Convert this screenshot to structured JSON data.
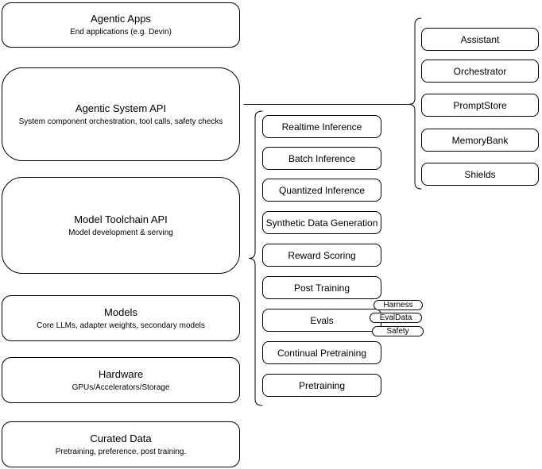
{
  "canvas": {
    "background": "#ffffff",
    "stroke": "#000000",
    "text_color": "#000000"
  },
  "left_stack": [
    {
      "title": "Agentic Apps",
      "subtitle": "End applications (e.g. Devin)"
    },
    {
      "title": "Agentic System API",
      "subtitle": "System component orchestration, tool calls, safety checks"
    },
    {
      "title": "Model Toolchain API",
      "subtitle": "Model development & serving"
    },
    {
      "title": "Models",
      "subtitle": "Core LLMs, adapter weights, secondary models"
    },
    {
      "title": "Hardware",
      "subtitle": "GPUs/Accelerators/Storage"
    },
    {
      "title": "Curated Data",
      "subtitle": "Pretraining, preference, post training."
    }
  ],
  "toolchain": {
    "items": [
      "Realtime Inference",
      "Batch Inference",
      "Quantized Inference",
      "Synthetic Data Generation",
      "Reward Scoring",
      "Post Training",
      "Evals",
      "Continual Pretraining",
      "Pretraining"
    ]
  },
  "evals": {
    "tags": [
      "Harness",
      "EvalData",
      "Safety"
    ]
  },
  "system": {
    "components": [
      "Assistant",
      "Orchestrator",
      "PromptStore",
      "MemoryBank",
      "Shields"
    ]
  }
}
